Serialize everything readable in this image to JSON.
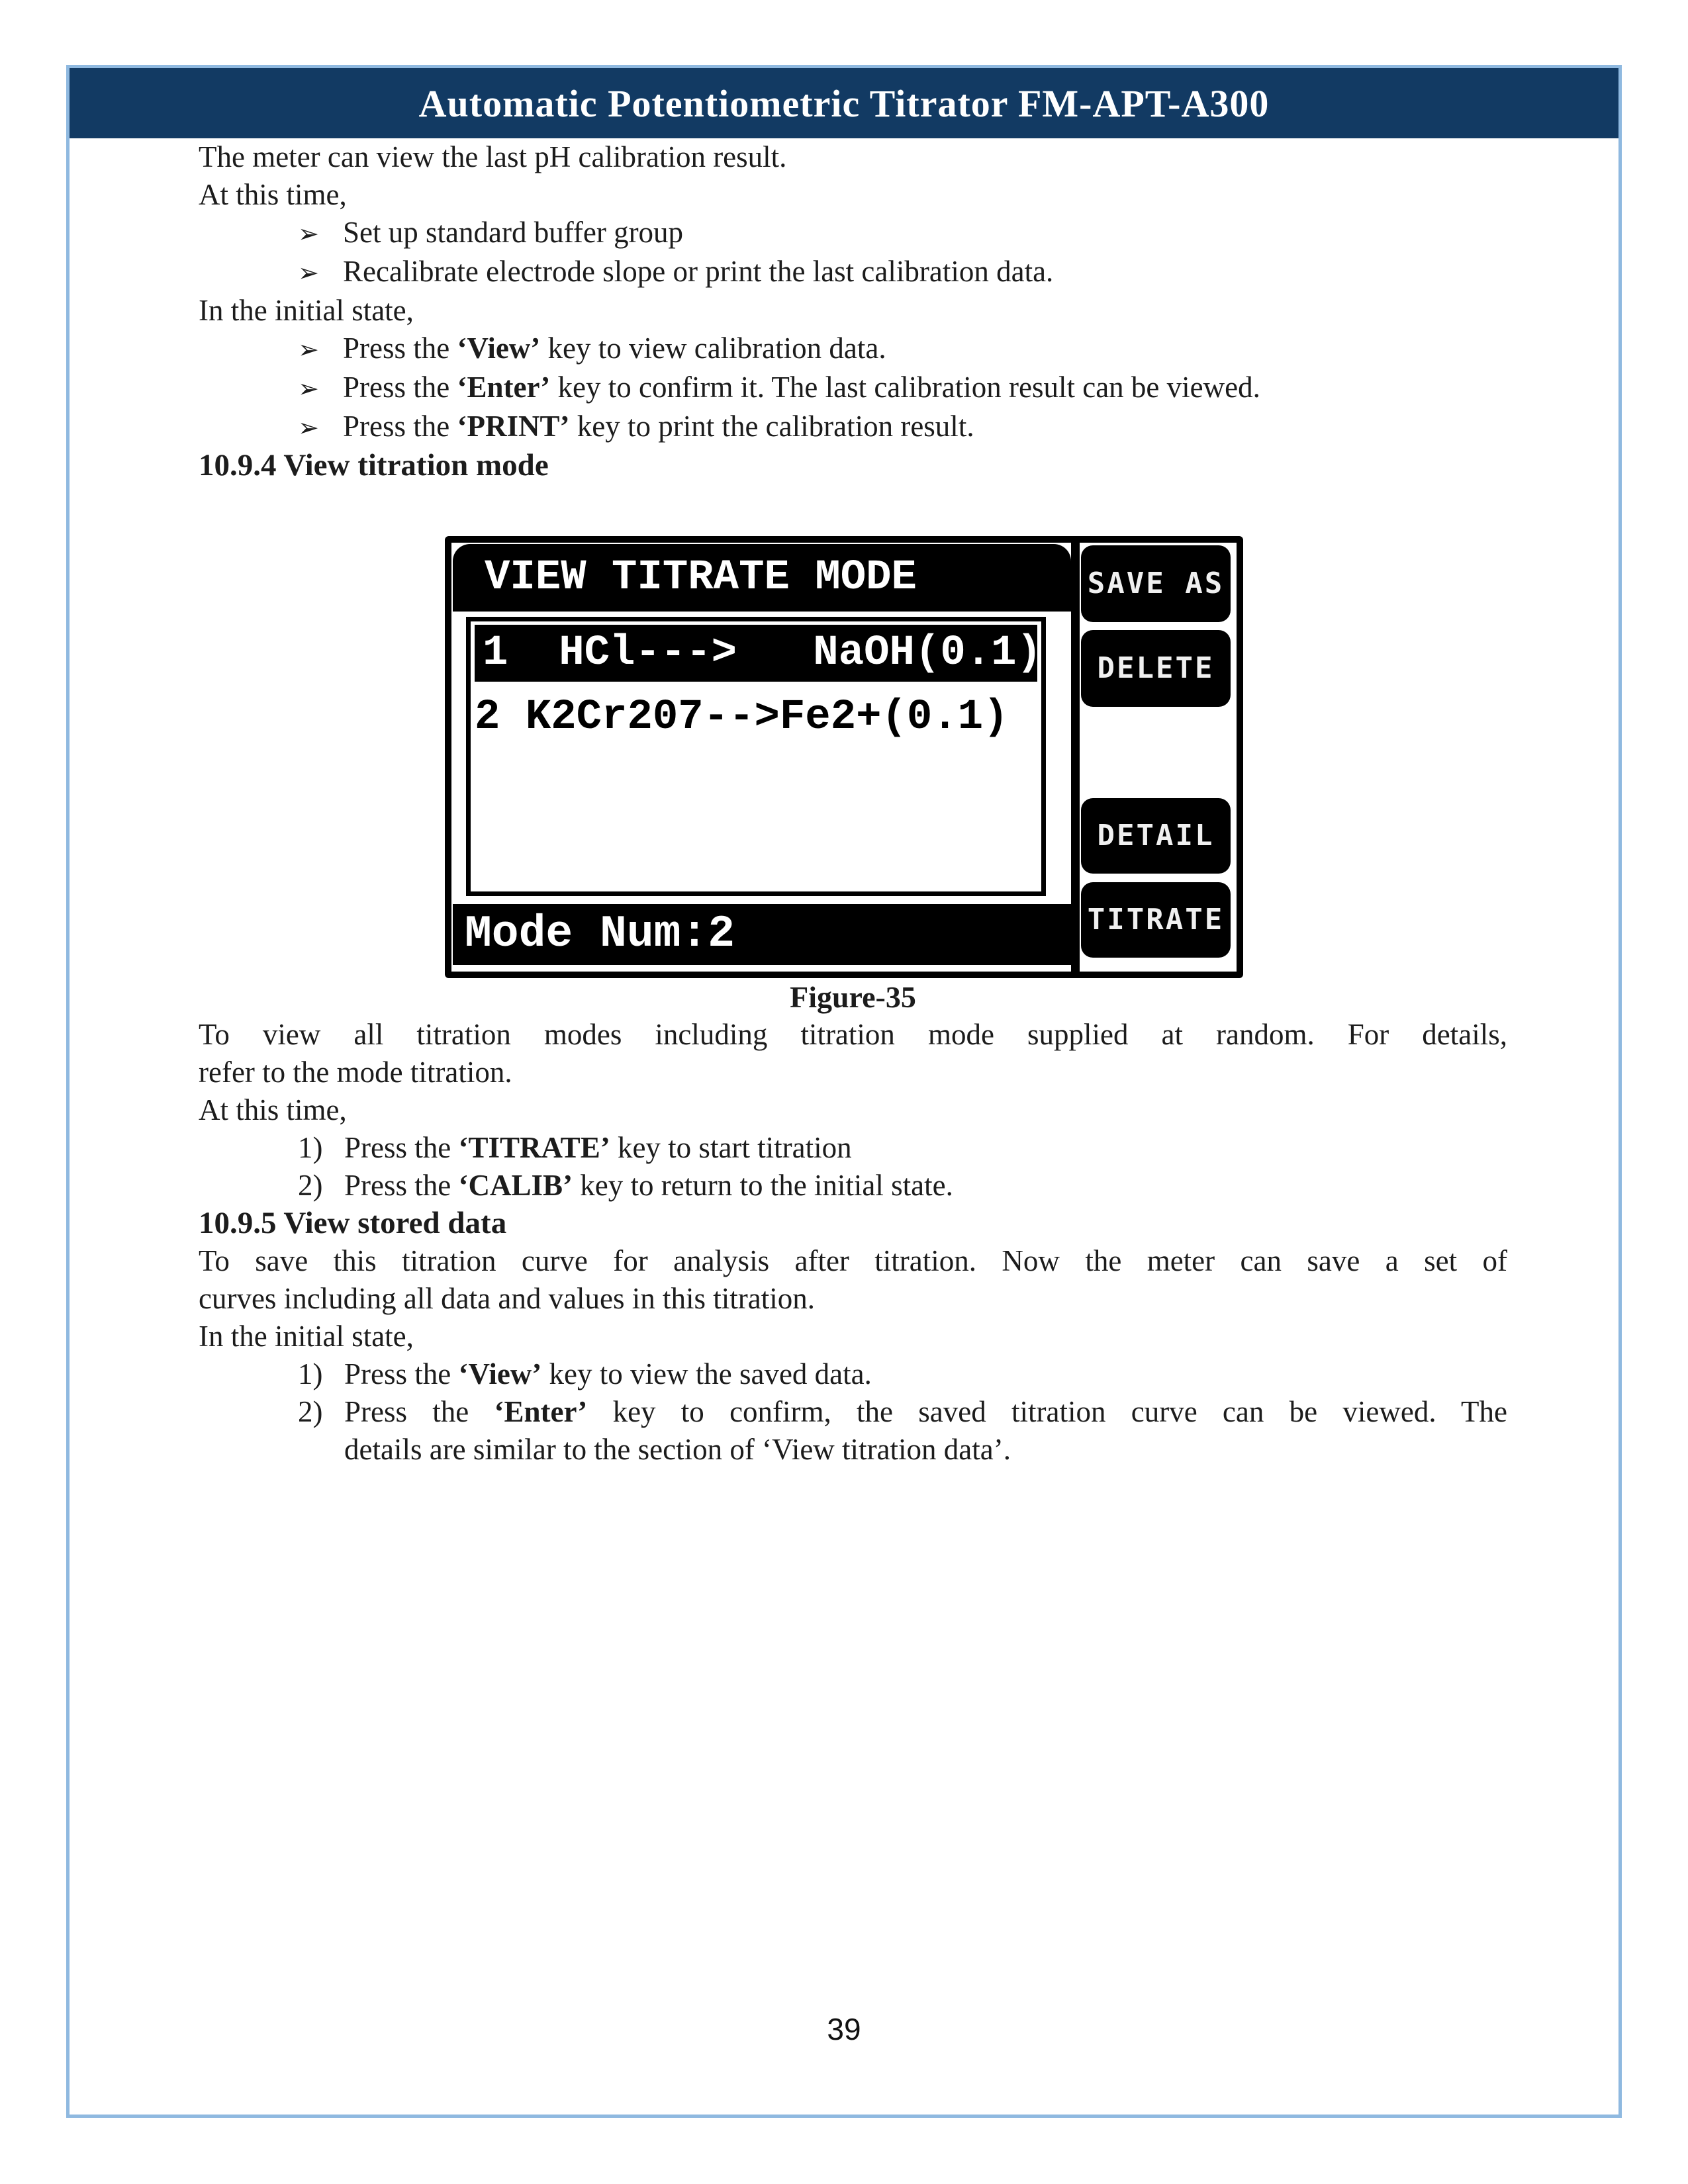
{
  "page": {
    "header_title": "Automatic Potentiometric Titrator FM-APT-A300",
    "page_number": "39"
  },
  "colors": {
    "header_bg": "#123a63",
    "page_border": "#8fb9e0",
    "lcd_black": "#000000",
    "lcd_white": "#ffffff"
  },
  "intro": {
    "bullet_marker": "➢",
    "line1": "The meter can view the last pH calibration result.",
    "line2": "At this time,",
    "bullet1": "Set up standard buffer group",
    "bullet2": "Recalibrate electrode slope or print the last calibration data.",
    "line3": "In the initial state,",
    "bullet3_pre": "Press the ",
    "bullet3_key": "‘View’",
    "bullet3_post": " key to view calibration data.",
    "bullet4_pre": "Press the ",
    "bullet4_key": "‘Enter’",
    "bullet4_post": " key to confirm it. The last calibration result can be viewed.",
    "bullet5_pre": "Press the ",
    "bullet5_key": "‘PRINT’",
    "bullet5_post": " key to print the calibration result."
  },
  "section_1094": {
    "heading": "10.9.4 View titration mode",
    "figure": {
      "lcd_title": "VIEW TITRATE MODE",
      "row1": "1  HCl--->   NaOH(0.1)",
      "row2": "2 K2Cr207-->Fe2+(0.1)",
      "status": "Mode Num:2",
      "buttons": [
        "SAVE AS",
        "DELETE",
        "DETAIL",
        "TITRATE"
      ]
    },
    "caption": "Figure-35",
    "para_l1": "To view all titration modes including titration mode supplied at random. For details,",
    "para_l2": "refer to the mode titration.",
    "at_this_time": "At this time,",
    "item1_num": "1)",
    "item1_pre": "Press the ",
    "item1_key": "‘TITRATE’",
    "item1_post": " key to start titration",
    "item2_num": "2)",
    "item2_pre": "Press the ",
    "item2_key": "‘CALIB’",
    "item2_post": " key to return to the initial state."
  },
  "section_1095": {
    "heading": "10.9.5 View stored data",
    "para_l1": "To save this titration curve for analysis after titration. Now the meter can save a set of",
    "para_l2": "curves including all data and values in this titration.",
    "initial_state": "In the initial state,",
    "item1_num": "1)",
    "item1_pre": "Press the ",
    "item1_key": "‘View’",
    "item1_post": " key to view the saved data.",
    "item2_num": "2)",
    "item2_pre": "Press the ",
    "item2_key": "‘Enter’",
    "item2_post": " key to confirm, the saved titration curve can be viewed. The",
    "item2_l2": "details are similar to the section of ‘View titration data’."
  }
}
